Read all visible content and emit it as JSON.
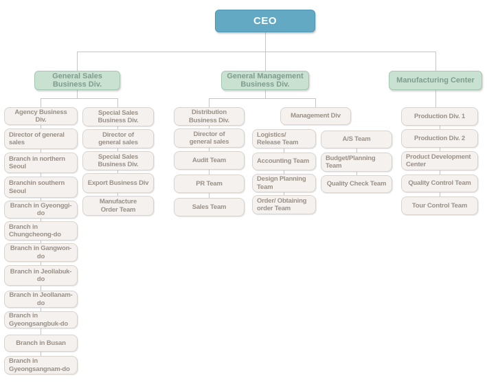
{
  "nodes": {
    "ceo": "CEO",
    "div_sales": "General Sales Business Div.",
    "div_mgmt": "General Management Business Div.",
    "div_mfg": "Manufacturing Center",
    "mgmt_div": "Management Div",
    "sales_col1": [
      "Agency Business Div.",
      "Director of general sales",
      "Branch in northern Seoul",
      "Branchin southern Seoul",
      "Branch in Gyeonggi-do",
      "Branch in Chungcheong-do",
      "Branch in Gangwon-do",
      "Branch in Jeollabuk-do",
      "Branch in Jeollanam-do",
      "Branch in Gyeongsangbuk-do",
      "Branch in Busan",
      "Branch in Gyeongsangnam-do"
    ],
    "sales_col2": [
      "Special Sales Business Div.",
      "Director of general sales",
      "Special Sales Business Div.",
      "Export Business Div",
      "Manufacture Order Team"
    ],
    "mgmt_col1": [
      "Distribution Business Div.",
      "Director of general sales",
      "Audit Team",
      "PR Team",
      "Sales Team"
    ],
    "mgmt_col2": [
      "Logistics/ Release Team",
      "Accounting Team",
      "Design Planning Team",
      "Order/ Obtaining order Team"
    ],
    "mgmt_col3": [
      "A/S Team",
      "Budget/Planning Team",
      "Quality Check Team"
    ],
    "mfg_col": [
      "Production Div. 1",
      "Production Div. 2",
      "Product Development Center",
      "Quality Control Team",
      "Tour Control Team"
    ]
  },
  "colors": {
    "ceo_fill": "#64a9c4",
    "ceo_border": "#4d96b3",
    "division_fill": "#c9e1d0",
    "division_border": "#a3c7b0",
    "division_text": "#7d9c8e",
    "node_fill": "#f4f1ee",
    "node_border": "#d9d3cd",
    "node_text": "#9a9087",
    "connector": "#c4c4c4"
  }
}
